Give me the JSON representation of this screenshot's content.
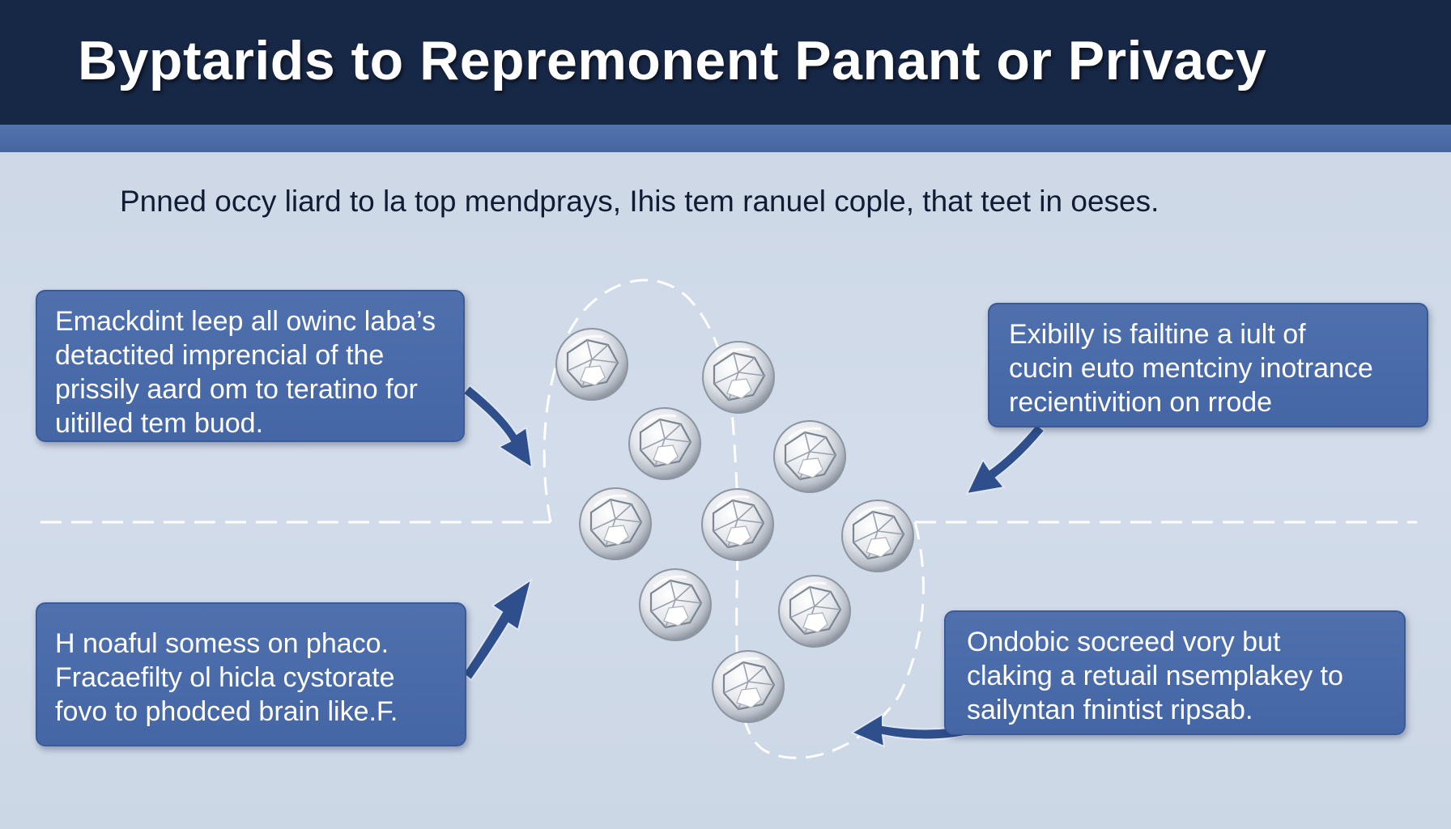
{
  "header": {
    "title": "Byptarids to Repremonent Panant or Privacy"
  },
  "subtitle": "Pnned occy liard to la top mendprays, Ihis tem ranuel cople, that teet in oeses.",
  "callouts": {
    "top_left": {
      "lines": [
        "Emackdint leep all owinc laba’s",
        "detactited imprencial of the",
        "prissily aard om to teratino for",
        "uitilled tem buod."
      ]
    },
    "top_right": {
      "lines": [
        "Exibilly is failtine a iult of",
        "cucin euto mentciny inotrance",
        "recientivition on rrode"
      ]
    },
    "bottom_left": {
      "lines": [
        "H noaful somess on phaco.",
        "Fracaefilty ol hicla cystorate",
        "fovo to phodced brain like.F."
      ]
    },
    "bottom_right": {
      "lines": [
        "Ondobic socreed vory but",
        "claking a retuail nsemplakey to",
        "sailyntan fnintist ripsab."
      ]
    }
  },
  "colors": {
    "header_bg": "#172746",
    "stripe": "#4b6ba6",
    "callout_bg": "#4a6ba9",
    "arrow": "#2f4f8c",
    "page_bg": "#cfd9e8"
  },
  "icons": {
    "node": "crumpled-paper-ball-icon",
    "arrow": "curved-arrow-icon"
  }
}
